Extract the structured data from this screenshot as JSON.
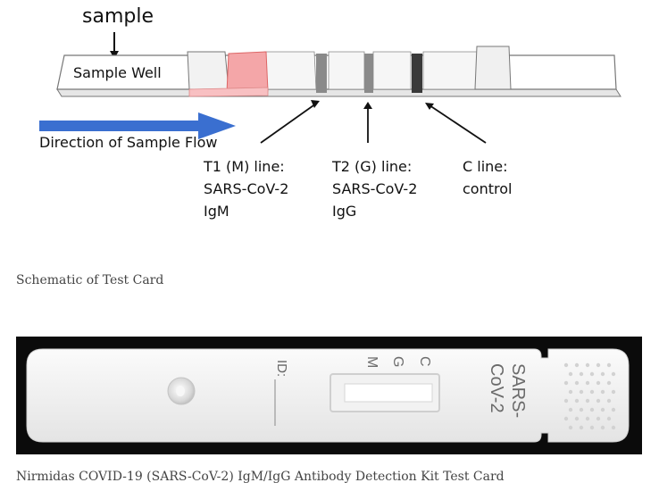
{
  "schematic": {
    "sample_label": "sample",
    "sample_well_label": "Sample Well",
    "flow_label": "Direction of Sample Flow",
    "t1": {
      "line1": "T1 (M) line:",
      "line2": "SARS-CoV-2",
      "line3": "IgM"
    },
    "t2": {
      "line1": "T2 (G) line:",
      "line2": "SARS-CoV-2",
      "line3": "IgG"
    },
    "c": {
      "line1": "C line:",
      "line2": "control"
    },
    "colors": {
      "arrow": "#3a6fd0",
      "pad": "#f4a6a8",
      "band_t": "#8a8a8a",
      "band_c": "#3a3a3a"
    }
  },
  "caption_schematic": "Schematic of Test Card",
  "photo": {
    "id_label": "ID:",
    "letters": [
      "C",
      "G",
      "M"
    ],
    "brand_line1": "SARS-",
    "brand_line2": "CoV-2"
  },
  "caption_photo": "Nirmidas COVID-19 (SARS-CoV-2) IgM/IgG Antibody Detection Kit Test Card"
}
